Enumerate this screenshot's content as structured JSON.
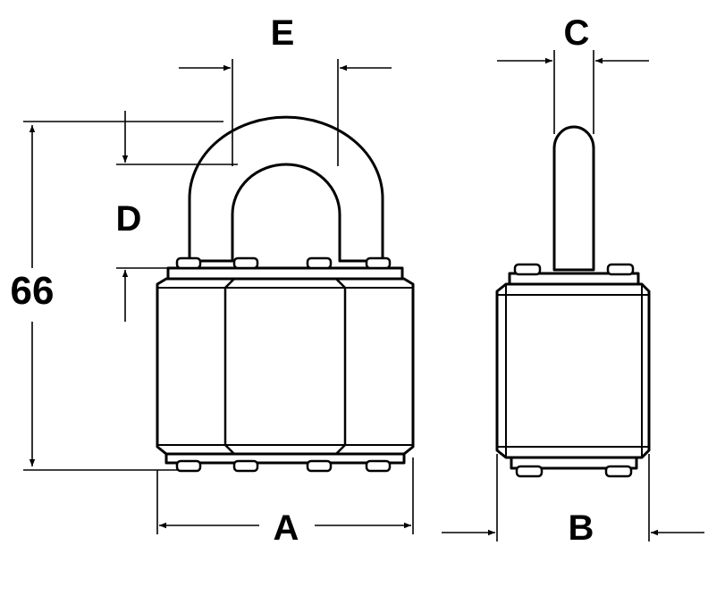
{
  "diagram": {
    "labels": {
      "a": "A",
      "b": "B",
      "c": "C",
      "d": "D",
      "e": "E",
      "height": "66"
    }
  }
}
